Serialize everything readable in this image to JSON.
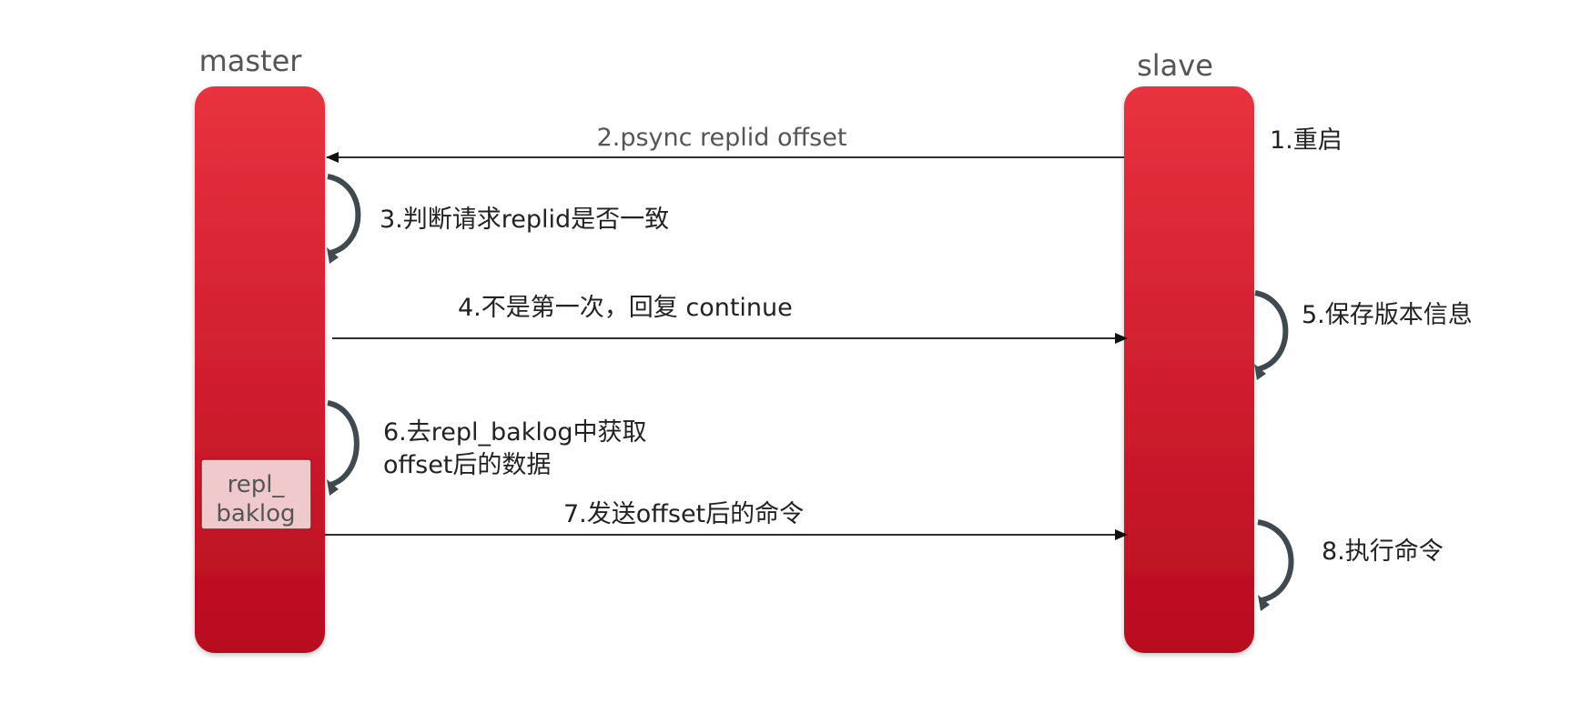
{
  "lanes": {
    "master": {
      "title": "master"
    },
    "slave": {
      "title": "slave"
    }
  },
  "buffer": {
    "line1": "repl_",
    "line2": "baklog"
  },
  "steps": {
    "restart": "1.重启",
    "psync": "2.psync replid offset",
    "check_replid": "3.判断请求replid是否一致",
    "reply_continue": "4.不是第一次，回复 continue",
    "save_version": "5.保存版本信息",
    "fetch_line1": "6.去repl_baklog中获取",
    "fetch_line2": "offset后的数据",
    "send_commands": "7.发送offset后的命令",
    "execute": "8.执行命令"
  },
  "colors": {
    "lane_top": "#E8323F",
    "lane_bottom": "#B80C1F",
    "buffer_fill": "#F2D3D5",
    "self_arrow": "#3E4A4F",
    "message_line": "#111111"
  }
}
